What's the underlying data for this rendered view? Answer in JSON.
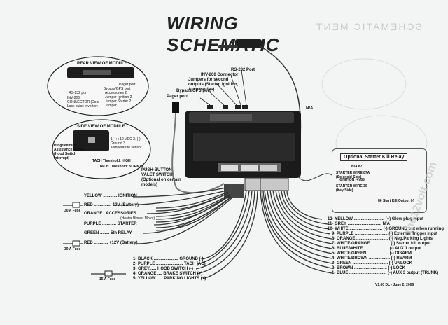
{
  "title": "WIRING SCHEMATIC",
  "ghost_text": "SCHEMATIC MENT",
  "rear_view": {
    "heading": "REAR VIEW OF MODULE",
    "pager_port": "Pager port",
    "bypass_port": "Bypass/GPS port",
    "rs232": "RS-232 port",
    "inv200": "INV-200 CONNECTOR (Door Lock pulse inverter)",
    "jumpers": "Accessories 2 Jumper Ignition 2 Jumper Starter 2 Jumper"
  },
  "side_view": {
    "heading": "SIDE VIEW OF MODULE",
    "prog_button": "Programming Assistance Button (Hood Switch Interrupt)",
    "pins": "1. (+) 12 VDC 2. (-) Ground 3. Temperature sensor",
    "tach_high": "TACH Threshold: HIGH",
    "tach_normal": "TACH Threshold: NORMAL"
  },
  "top_labels": {
    "rs232": "RS-232 Port",
    "inv200": "INV-200 Connector",
    "jumpers": "Jumpers for second outputs (Starter, Ignition, Accessories)",
    "bypass": "Bypass/GPS port",
    "pager": "Pager port",
    "na": "N/A"
  },
  "pushbutton": "PUSH-BUTTON VALET SWITCH (Optional on certain models)",
  "left_wires": [
    {
      "label": "YELLOW ............ IGNITION"
    },
    {
      "label": "RED ............... 12V (Battery)"
    },
    {
      "label": "ORANGE . ACCESSORIES",
      "note": "(Heater Blower Motor)"
    },
    {
      "label": "PURPLE ............ STARTER"
    },
    {
      "label": "GREEN ........ 5th RELAY"
    },
    {
      "label": "RED ............ +12V (Battery)"
    }
  ],
  "fuses": [
    "30 A Fuse",
    "30 A Fuse",
    "15 A Fuse"
  ],
  "bottom_wires": [
    "1- BLACK ..................... GROUND (-)",
    "2- PURPLE ....................... TACH (AC)",
    "3- GREY...... HOOD SWITCH (-)",
    "4- ORANGE .... BRAKE SWITCH (+)",
    "5- YELLOW ..... PARKING LIGHTS (+)"
  ],
  "right_wires": [
    "12- YELLOW .......................... (+) Glow plug input",
    "11- GREY ............................. N/A",
    "10- WHITE ............................ (-) GROUND out when running",
    "9- PURPLE ............................ (-) External Trigger input",
    "8- ORANGE ........................... (-) Neg.Parking Lights",
    "7- WHITE/ORANGE ................ (-) Starter kill output",
    "6- BLUE/WHITE ..................... (-) AUX 1 output",
    "5- WHITE/GREEN .................. (-) DISARM",
    "4- WHITE/BROWN .................. (-) REARM",
    "3- GREEN .............................. (-) UNLOCK",
    "2- BROWN ............................ (-) LOCK",
    "1- BLUE ................................ (-) AUX 3 output (TRUNK)"
  ],
  "relay": {
    "title": "Optional Starter Kill Relay",
    "n87": "N/A 87",
    "s87a": "STARTER WIRE 87A (Solenoid Side)",
    "ign85": "IGNITION (+) 85",
    "s30": "STARTER WIRE 30 (Key Side)",
    "o86": "86 Start Kill Output (-)"
  },
  "version": "V1.00  DL - June 2, 2006",
  "watermark": "the12volt.com"
}
